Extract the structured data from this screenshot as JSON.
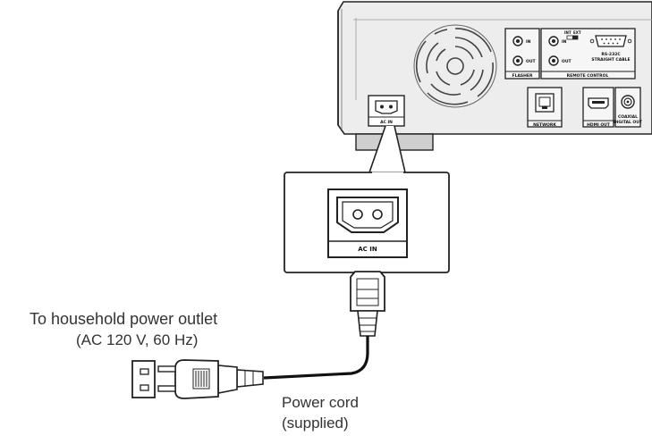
{
  "captions": {
    "outlet_line1": "To household power outlet",
    "outlet_line2": "(AC 120 V, 60 Hz)",
    "cord_line1": "Power cord",
    "cord_line2": "(supplied)"
  },
  "panel_labels": {
    "ac_in_small": "AC IN",
    "ac_in_large": "AC IN",
    "network": "NETWORK",
    "hdmi_out": "HDMI OUT",
    "coaxial": "COAXIAL",
    "digital_out": "DIGITAL OUT",
    "flasher": "FLASHER",
    "remote_control": "REMOTE CONTROL",
    "rs232c": "RS-232C",
    "straight_cable": "STRAIGHT CABLE",
    "int": "INT",
    "ext": "EXT",
    "jack_in": "IN",
    "jack_out": "OUT"
  }
}
